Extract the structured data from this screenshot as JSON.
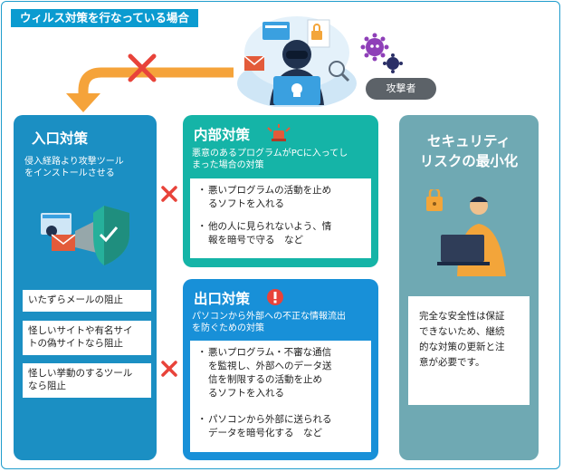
{
  "header": {
    "title": "ウィルス対策を行なっている場合"
  },
  "attacker": {
    "label": "攻撃者"
  },
  "entry": {
    "title": "入口対策",
    "description": [
      "侵入経路より攻撃ツール",
      "をインストールさせる"
    ],
    "items": [
      [
        "いたずらメールの阻止"
      ],
      [
        "怪しいサイトや有名サイ",
        "トの偽サイトなら阻止"
      ],
      [
        "怪しい挙動のするツール",
        "なら阻止"
      ]
    ]
  },
  "internal": {
    "title": "内部対策",
    "description": [
      "悪意のあるプログラムがPCに入ってし",
      "まった場合の対策"
    ],
    "bullets": [
      [
        "悪いプログラムの活動を止め",
        "るソフトを入れる"
      ],
      [
        "他の人に見られないよう、情",
        "報を暗号で守る　など"
      ]
    ]
  },
  "exit": {
    "title": "出口対策",
    "description": [
      "パソコンから外部への不正な情報流出",
      "を防ぐための対策"
    ],
    "bullets": [
      [
        "悪いプログラム・不審な通信",
        "を監視し、外部へのデータ送",
        "信を制限するの活動を止め",
        "るソフトを入れる"
      ],
      [
        "パソコンから外部に送られる",
        "データを暗号化する　など"
      ]
    ]
  },
  "risk": {
    "title": [
      "セキュリティ",
      "リスクの最小化"
    ],
    "note": [
      "完全な安全性は保証",
      "できないため、継続",
      "的な対策の更新と注",
      "意が必要です。"
    ]
  },
  "colors": {
    "entry": "#1b8fc3",
    "internal": "#15b4a7",
    "exit": "#1890d8",
    "risk": "#6fa9b3",
    "arrow": "#f5a33a",
    "cross": "#e8433a",
    "header": "#0b9bd0"
  }
}
